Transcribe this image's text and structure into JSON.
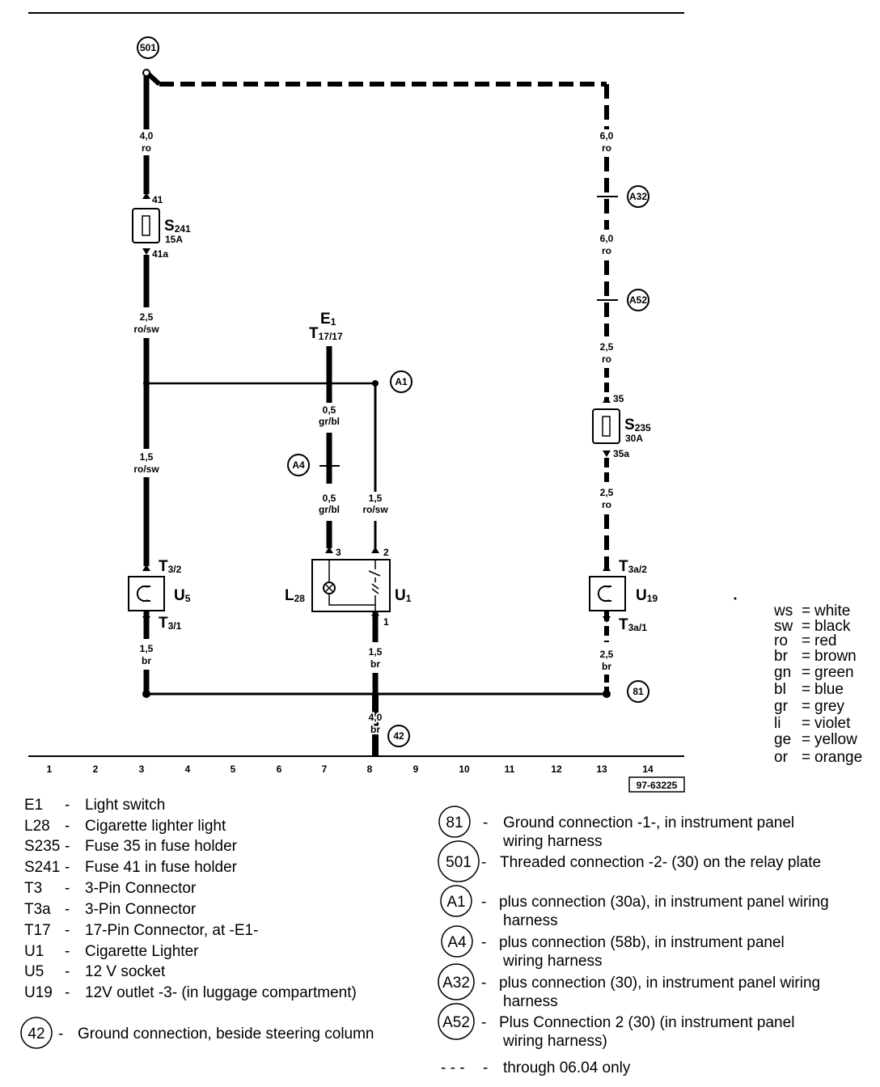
{
  "nodes": {
    "n501": "501",
    "A32": "A32",
    "A52": "A52",
    "A1": "A1",
    "A4": "A4",
    "n81": "81",
    "n42": "42"
  },
  "wires": {
    "left_top": [
      "4,0",
      "ro"
    ],
    "left_mid": [
      "2,5",
      "ro/sw"
    ],
    "left_low": [
      "1,5",
      "ro/sw"
    ],
    "left_bot": [
      "1,5",
      "br"
    ],
    "right_top": [
      "6,0",
      "ro"
    ],
    "right_mid": [
      "6,0",
      "ro"
    ],
    "right_low": [
      "2,5",
      "ro"
    ],
    "right_fuse": [
      "2,5",
      "ro"
    ],
    "right_bot": [
      "2,5",
      "br"
    ],
    "e1_top": [
      "0,5",
      "gr/bl"
    ],
    "e1_low": [
      "0,5",
      "gr/bl"
    ],
    "a1_low": [
      "1,5",
      "ro/sw"
    ],
    "u1_bot": [
      "1,5",
      "br"
    ],
    "ground": [
      "4,0",
      "br"
    ]
  },
  "fuses": {
    "S241": {
      "name": "S",
      "sub": "241",
      "rating": "15A",
      "in": "41",
      "out": "41a"
    },
    "S235": {
      "name": "S",
      "sub": "235",
      "rating": "30A",
      "in": "35",
      "out": "35a"
    }
  },
  "components": {
    "U5": {
      "name": "U",
      "sub": "5",
      "top": "T",
      "top_sub": "3/2",
      "bot": "T",
      "bot_sub": "3/1"
    },
    "U19": {
      "name": "U",
      "sub": "19",
      "top": "T",
      "top_sub": "3a/2",
      "bot": "T",
      "bot_sub": "3a/1"
    },
    "U1": {
      "name": "U",
      "sub": "1",
      "pin3": "3",
      "pin2": "2",
      "pin1": "1"
    },
    "L28": {
      "name": "L",
      "sub": "28"
    },
    "E1": {
      "name": "E",
      "sub": "1",
      "conn": "T",
      "conn_sub": "17/17"
    }
  },
  "columns": [
    "1",
    "2",
    "3",
    "4",
    "5",
    "6",
    "7",
    "8",
    "9",
    "10",
    "11",
    "12",
    "13",
    "14"
  ],
  "ref_code": "97-63225",
  "color_key": [
    [
      "ws",
      "white"
    ],
    [
      "sw",
      "black"
    ],
    [
      "ro",
      "red"
    ],
    [
      "br",
      "brown"
    ],
    [
      "gn",
      "green"
    ],
    [
      "bl",
      "blue"
    ],
    [
      "gr",
      "grey"
    ],
    [
      "li",
      "violet"
    ],
    [
      "ge",
      "yellow"
    ],
    [
      "or",
      "orange"
    ]
  ],
  "legend_left": [
    [
      "E1",
      "Light switch"
    ],
    [
      "L28",
      "Cigarette lighter light"
    ],
    [
      "S235",
      "Fuse 35 in fuse holder"
    ],
    [
      "S241",
      "Fuse 41 in fuse holder"
    ],
    [
      "T3",
      "3-Pin Connector"
    ],
    [
      "T3a",
      "3-Pin Connector"
    ],
    [
      "T17",
      "17-Pin Connector, at -E1-"
    ],
    [
      "U1",
      "Cigarette Lighter"
    ],
    [
      "U5",
      "12 V socket"
    ],
    [
      "U19",
      "12V outlet -3- (in luggage compartment)"
    ]
  ],
  "legend_ground": {
    "id": "42",
    "text": "Ground connection, beside steering column"
  },
  "legend_right": [
    {
      "id": "81",
      "line1": "Ground connection -1-, in instrument panel",
      "line2": "wiring harness"
    },
    {
      "id": "501",
      "line1": "Threaded connection -2- (30) on the relay plate",
      "line2": ""
    },
    {
      "id": "A1",
      "line1": "plus connection (30a), in instrument panel wiring",
      "line2": "harness"
    },
    {
      "id": "A4",
      "line1": "plus connection (58b), in instrument panel",
      "line2": "wiring harness"
    },
    {
      "id": "A32",
      "line1": "plus connection (30), in instrument panel wiring",
      "line2": "harness"
    },
    {
      "id": "A52",
      "line1": "Plus Connection 2 (30) (in instrument panel",
      "line2": "wiring harness)"
    }
  ],
  "legend_dash": {
    "symbol": "- - -",
    "text": "through 06.04 only"
  }
}
